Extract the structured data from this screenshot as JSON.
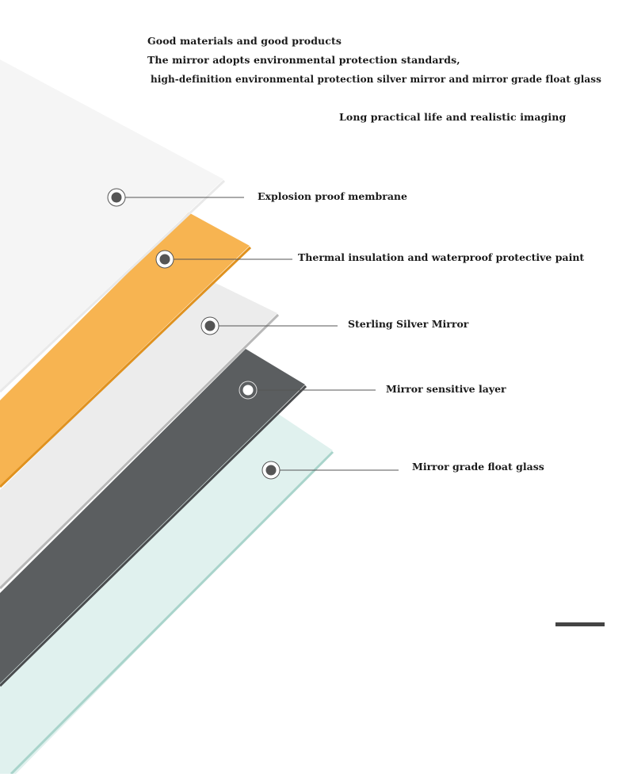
{
  "intro": {
    "line1": "Good materials and good products",
    "line2": "The mirror adopts environmental protection standards,",
    "line3": "high-definition environmental protection silver mirror and mirror grade float glass",
    "line4": "Long practical life and realistic imaging"
  },
  "layers": [
    {
      "label": "Explosion proof membrane",
      "color": "#f5f5f5",
      "marker": "dark"
    },
    {
      "label": "Thermal insulation and waterproof protective paint",
      "color": "#f7b451",
      "marker": "dark"
    },
    {
      "label": "Sterling Silver Mirror",
      "color": "#ececec",
      "marker": "dark"
    },
    {
      "label": "Mirror sensitive layer",
      "color": "#5b5e60",
      "marker": "light"
    },
    {
      "label": "Mirror grade float glass",
      "color": "#e0f1ee",
      "marker": "dark"
    }
  ],
  "colors": {
    "membrane": "#f5f5f5",
    "paint": "#f7b451",
    "paint_edge": "#e0921f",
    "silver": "#ececec",
    "silver_edge": "#b8b8b8",
    "sensitive": "#5b5e60",
    "glass": "#e0f1ee",
    "glass_edge": "#a9d4cb",
    "leader": "#555555",
    "marker": "#555555",
    "accent_bar": "#444444"
  }
}
